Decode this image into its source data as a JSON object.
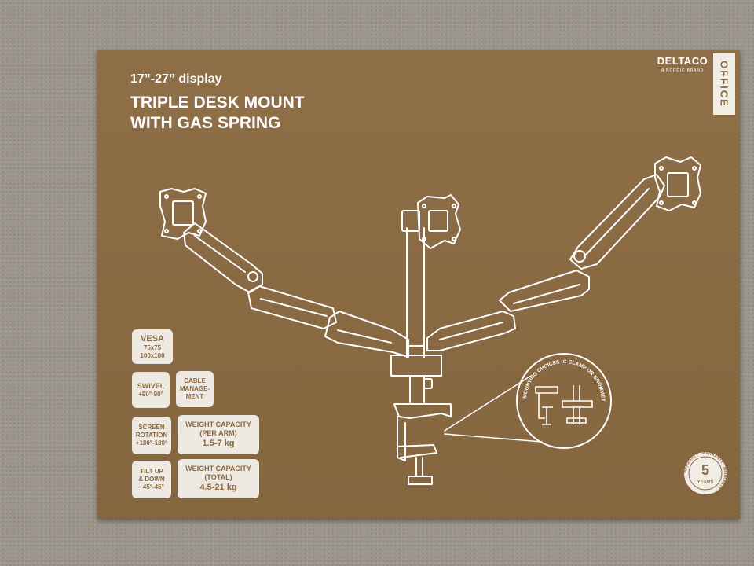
{
  "box": {
    "display_size": "17”-27” display",
    "title_line1": "TRIPLE DESK MOUNT",
    "title_line2": "WITH GAS SPRING"
  },
  "brand": {
    "name": "DELTACO",
    "tagline": "A NORDIC BRAND",
    "category": "OFFICE"
  },
  "features": {
    "vesa": {
      "label": "VESA",
      "line1": "75x75",
      "line2": "100x100"
    },
    "swivel": {
      "label": "SWIVEL",
      "value": "+90°-90°"
    },
    "cable": {
      "line1": "CABLE",
      "line2": "MANAGE-",
      "line3": "MENT"
    },
    "rotation": {
      "line1": "SCREEN",
      "line2": "ROTATION",
      "value": "+180°-180°"
    },
    "weight_arm": {
      "label": "WEIGHT CAPACITY",
      "sublabel": "(PER ARM)",
      "value": "1.5-7 kg"
    },
    "tilt": {
      "line1": "TILT UP",
      "line2": "& DOWN",
      "value": "+45°-45°"
    },
    "weight_total": {
      "label": "WEIGHT CAPACITY",
      "sublabel": "(TOTAL)",
      "value": "4.5-21 kg"
    }
  },
  "mounting": {
    "label": "MOUNTING CHOICES (C-CLAMP OR GROMMET)"
  },
  "warranty": {
    "years": "5",
    "unit": "YEARS",
    "ring_text": "WARRANTY · WARRANTY · WARRANTY ·"
  },
  "colors": {
    "cardboard": "#8a6a43",
    "ink": "#ffffff",
    "badge": "#eeeae3"
  }
}
